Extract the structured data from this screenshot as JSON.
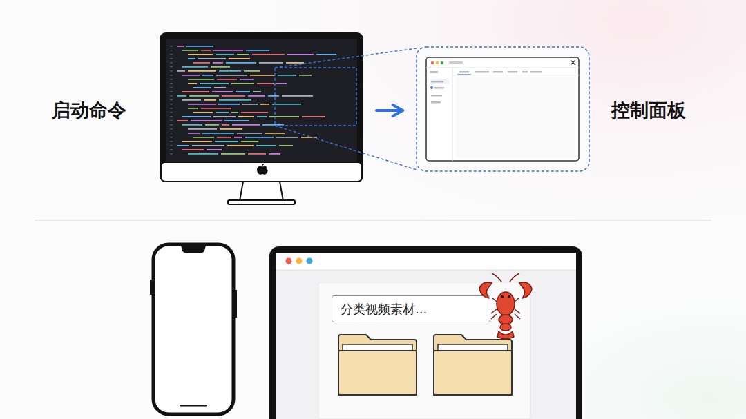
{
  "diagram": {
    "nodes": [
      {
        "text": [
          "分类视频素材..."
        ]
      }
    ],
    "labels": [
      "启动命令",
      "控制面板"
    ]
  }
}
